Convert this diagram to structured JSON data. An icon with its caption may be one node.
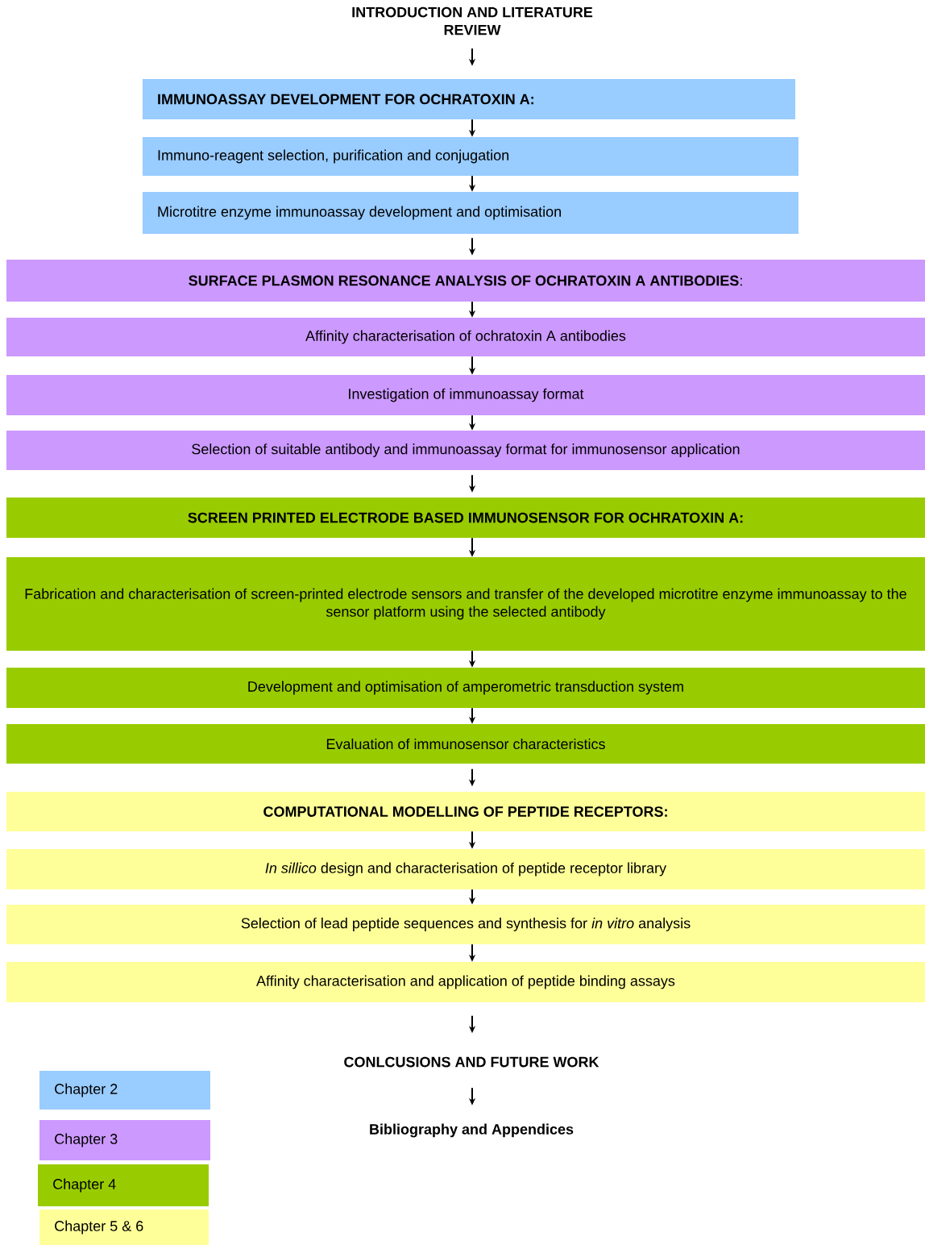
{
  "diagram": {
    "nodes": [
      {
        "text": [
          "INTRODUCTION AND LITERATURE REVIEW"
        ]
      },
      {
        "text": [
          "IMMUNOASSAY DEVELOPMENT FOR OCHRATOXIN A:"
        ]
      },
      {
        "text": [
          "Immuno-reagent selection, purification and conjugation"
        ]
      },
      {
        "text": [
          "Microtitre enzyme immunoassay development and optimisation"
        ]
      },
      {
        "text": [
          "**SURFACE PLASMON RESONANCE ANALYSIS OF OCHRATOXIN A ANTIBODIES**:"
        ]
      },
      {
        "text": [
          "Affinity characterisation of ochratoxin A antibodies"
        ]
      },
      {
        "text": [
          "Investigation of immunoassay format"
        ]
      },
      {
        "text": [
          "Selection of suitable antibody and immunoassay format for immunosensor application"
        ]
      },
      {
        "text": [
          "SCREEN PRINTED ELECTRODE BASED IMMUNOSENSOR FOR OCHRATOXIN A:"
        ]
      },
      {
        "text": [
          "Fabrication and characterisation of screen-printed electrode sensors and transfer of the developed microtitre enzyme immunoassay to the sensor platform using the selected antibody"
        ]
      },
      {
        "text": [
          "Development and optimisation of amperometric transduction system"
        ]
      },
      {
        "text": [
          "Evaluation of immunosensor characteristics"
        ]
      },
      {
        "text": [
          "COMPUTATIONAL MODELLING OF PEPTIDE RECEPTORS:"
        ]
      },
      {
        "text": [
          "*In sillico* design and characterisation of peptide receptor library"
        ]
      },
      {
        "text": [
          "Selection of lead peptide sequences and synthesis for *in vitro* analysis"
        ]
      },
      {
        "text": [
          "Affinity characterisation and application of peptide binding assays"
        ]
      },
      {
        "text": [
          "CONLCUSIONS AND FUTURE WORK"
        ]
      },
      {
        "text": [
          "Bibliography and Appendices"
        ]
      }
    ],
    "edges": [
      {
        "from": 0,
        "to": 1,
        "arrow": "to"
      },
      {
        "from": 1,
        "to": 2,
        "arrow": "to"
      },
      {
        "from": 2,
        "to": 3,
        "arrow": "to"
      },
      {
        "from": 3,
        "to": 4,
        "arrow": "to"
      },
      {
        "from": 4,
        "to": 5,
        "arrow": "to"
      },
      {
        "from": 5,
        "to": 6,
        "arrow": "to"
      },
      {
        "from": 6,
        "to": 7,
        "arrow": "to"
      },
      {
        "from": 7,
        "to": 8,
        "arrow": "to"
      },
      {
        "from": 8,
        "to": 9,
        "arrow": "to"
      },
      {
        "from": 9,
        "to": 10,
        "arrow": "to"
      },
      {
        "from": 10,
        "to": 11,
        "arrow": "to"
      },
      {
        "from": 11,
        "to": 12,
        "arrow": "to"
      },
      {
        "from": 12,
        "to": 13,
        "arrow": "to"
      },
      {
        "from": 13,
        "to": 14,
        "arrow": "to"
      },
      {
        "from": 14,
        "to": 15,
        "arrow": "to"
      },
      {
        "from": 15,
        "to": 16,
        "arrow": "to"
      },
      {
        "from": 16,
        "to": 17,
        "arrow": "to"
      }
    ],
    "legend": [
      {
        "text": "Chapter 2",
        "color": "#99ccff"
      },
      {
        "text": "Chapter 3",
        "color": "#cc99ff"
      },
      {
        "text": "Chapter 4",
        "color": "#99cc00"
      },
      {
        "text": "Chapter 5 & 6",
        "color": "#ffff99"
      }
    ]
  }
}
